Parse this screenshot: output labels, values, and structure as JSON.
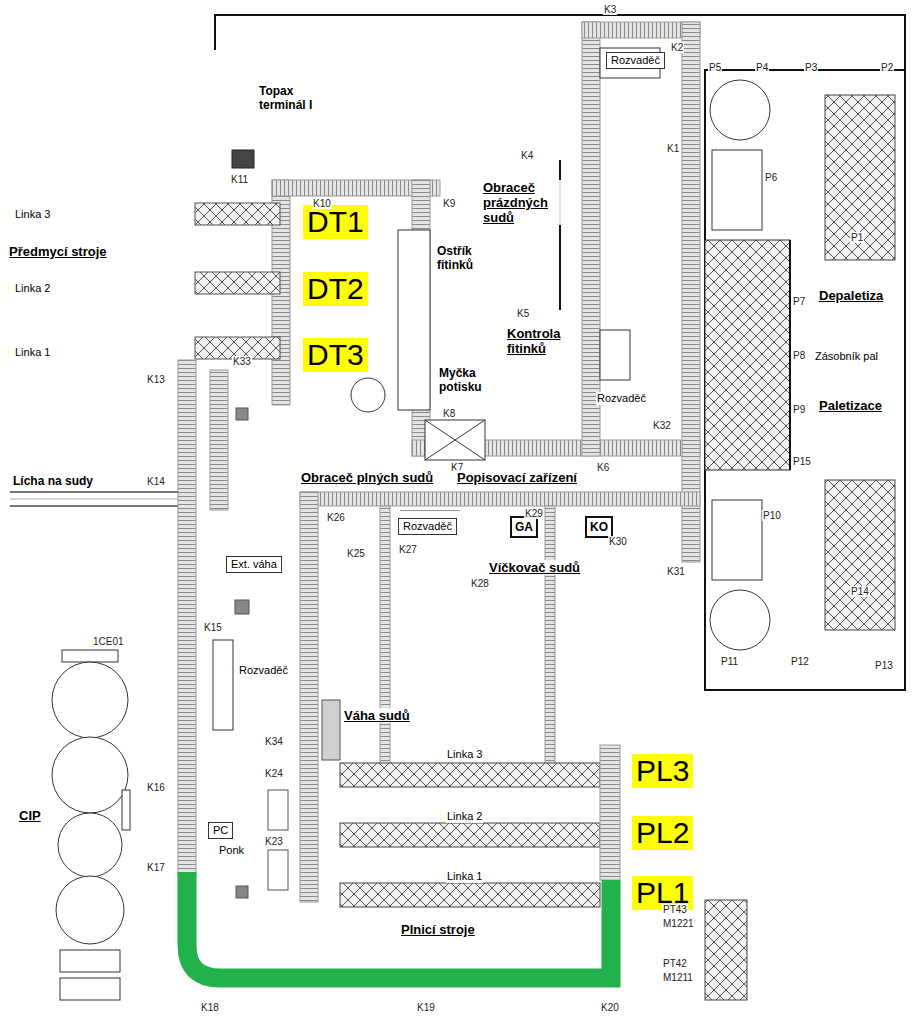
{
  "diagram": {
    "nodes": [
      {
        "text": [
          "Rozvaděč"
        ]
      },
      {
        "text": [
          "DT1"
        ]
      },
      {
        "text": [
          "DT2"
        ]
      },
      {
        "text": [
          "DT3"
        ]
      },
      {
        "text": [
          "Rozvaděč"
        ]
      },
      {
        "text": [
          "GA"
        ]
      },
      {
        "text": [
          "KO"
        ]
      },
      {
        "text": [
          "Ext. váha"
        ]
      },
      {
        "text": [
          "PC"
        ]
      },
      {
        "text": [
          "PL3"
        ]
      },
      {
        "text": [
          "PL2"
        ]
      },
      {
        "text": [
          "PL1"
        ]
      }
    ],
    "labels": [
      "K3",
      "K2",
      "Topax terminál I",
      "P5",
      "P4",
      "P3",
      "P2",
      "K1",
      "K4",
      "Obraceč prázdných sudů",
      "P6",
      "K11",
      "K10",
      "K9",
      "Linka 3",
      "Předmycí stroje",
      "P1",
      "Ostřík fitinků",
      "Linka 2",
      "P7",
      "Depaletiza",
      "K5",
      "Kontrola fitinků",
      "Linka 1",
      "P8",
      "Zásobník pal",
      "Myčka potisku",
      "K13",
      "K33",
      "Rozvaděč",
      "P9",
      "Paletizace",
      "K8",
      "K32",
      "K7",
      "K6",
      "P15",
      "Obraceč plných sudů",
      "Popisovací zařízení",
      "K14",
      "Lícha na sudy",
      "K29",
      "P10",
      "K30",
      "K26",
      "K27",
      "K25",
      "K31",
      "P14",
      "Víčkovač sudů",
      "K28",
      "1CE01",
      "K15",
      "P11",
      "P12",
      "P13",
      "Rozvaděč",
      "Váha sudů",
      "K34",
      "K24",
      "Linka 3",
      "K16",
      "CIP",
      "K23",
      "Linka 2",
      "Ponk",
      "K17",
      "Linka 1",
      "PT43",
      "M1221",
      "Plnicí stroje",
      "PT42",
      "M1211",
      "K18",
      "K19",
      "K20"
    ]
  }
}
